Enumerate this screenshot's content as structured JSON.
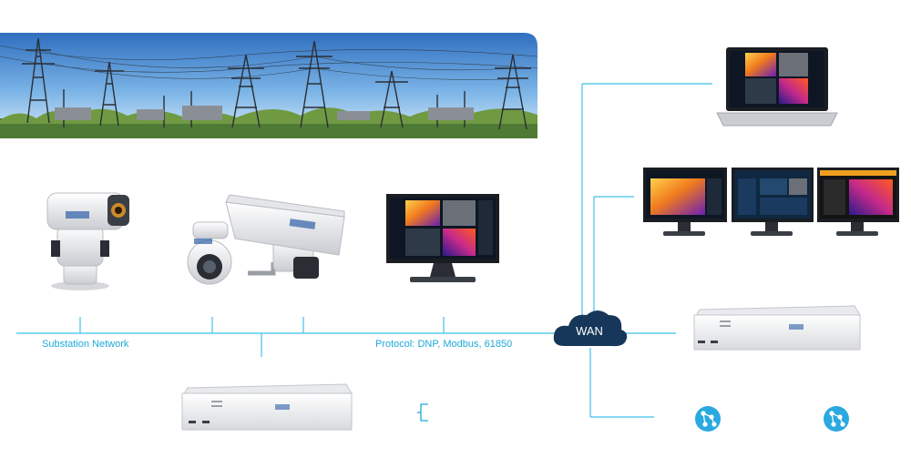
{
  "labels": {
    "substation_network": "Substation Network",
    "protocol": "Protocol: DNP, Modbus, 61850",
    "wan": "WAN"
  },
  "colors": {
    "line": "#3fc0e8",
    "label": "#1fa9d8",
    "cloud": "#16375a",
    "sky": "#4a90d6",
    "device_white": "#f2f3f5",
    "screen_dark": "#0e1624",
    "thermal_orange": "#f07a1e",
    "thermal_purple": "#7a2bd0",
    "bracket": "#1fa9d8"
  },
  "icons": {
    "banner": "power-substation-photo",
    "ptz_camera": "pan-tilt-thermal-camera",
    "dome_camera": "dome-camera",
    "housing_camera": "box-camera-housing",
    "monitor": "monitor",
    "server": "rack-server",
    "laptop": "laptop",
    "node": "network-node-icon"
  }
}
